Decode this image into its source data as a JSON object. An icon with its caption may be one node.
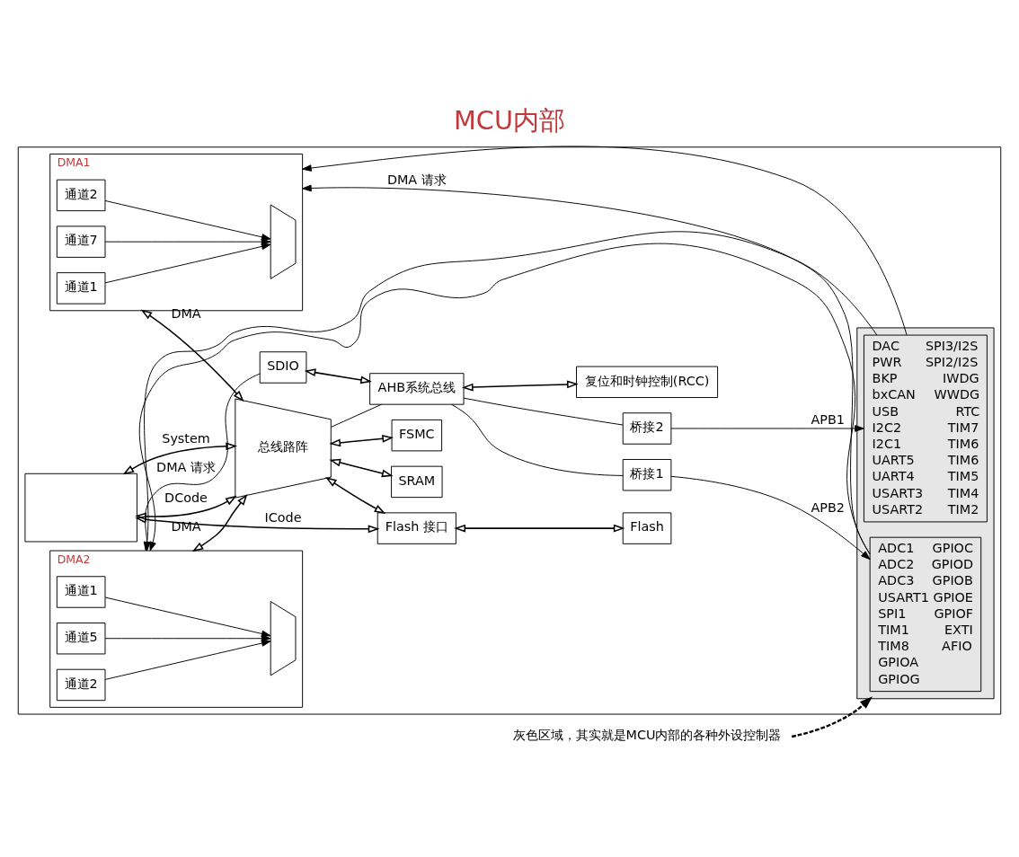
{
  "diagram": {
    "title": "MCU内部",
    "nodes": [
      {
        "text": [],
        "shape": "box"
      },
      {
        "text": [],
        "shape": "box",
        "in": 0
      },
      {
        "text": [
          "Flash 接口"
        ],
        "in": 0
      },
      {
        "text": [
          "Flash"
        ],
        "in": 0
      },
      {
        "text": [
          "总线路阵"
        ],
        "in": 0
      },
      {
        "text": [
          "SRAM"
        ],
        "in": 0
      },
      {
        "text": [
          "FSMC"
        ],
        "in": 0
      },
      {
        "text": [
          "SDIO"
        ],
        "in": 0
      },
      {
        "text": [
          "DMA1"
        ],
        "in": 0
      },
      {
        "text": [
          "通道1"
        ],
        "in": 8
      },
      {
        "text": [
          "通道2"
        ],
        "in": 8
      },
      {
        "text": [
          "通道7"
        ],
        "in": 8
      },
      {
        "text": [],
        "shape": "trapezoid",
        "in": 8
      },
      {
        "text": [
          "DMA2"
        ],
        "in": 0
      },
      {
        "text": [
          "通道1"
        ],
        "in": 13
      },
      {
        "text": [
          "通道2"
        ],
        "in": 13
      },
      {
        "text": [
          "通道5"
        ],
        "in": 13
      },
      {
        "text": [],
        "shape": "trapezoid",
        "in": 13
      },
      {
        "text": [
          "AHB系统总线"
        ],
        "in": 0
      },
      {
        "text": [
          "桥接2"
        ],
        "in": 0
      },
      {
        "text": [
          "桥接1"
        ],
        "in": 0
      },
      {
        "text": [
          "复位和时钟控制(RCC)"
        ],
        "in": 0
      },
      {
        "text": [],
        "shape": "box",
        "in": 0
      },
      {
        "text": [
          "ADC1",
          "ADC2",
          "ADC3",
          "USART1",
          "SPI1",
          "TIM1",
          "TIM8",
          "GPIOA",
          "GPIOG",
          "GPIOC",
          "GPIOD",
          "GPIOB",
          "GPIOE",
          "GPIOF",
          "EXTI",
          "AFIO"
        ],
        "in": 22
      },
      {
        "text": [
          "DAC",
          "PWR",
          "BKP",
          "bxCAN",
          "USB",
          "I2C2",
          "I2C1",
          "UART5",
          "UART4",
          "USART3",
          "USART2",
          "SPI3/I2S",
          "SPI2/I2S",
          "IWDG",
          "WWDG",
          "RTC",
          "TIM7",
          "TIM6",
          "TIM6",
          "TIM5",
          "TIM4",
          "TIM2"
        ],
        "in": 22
      },
      {
        "text": [
          "灰色区域，其实就是MCU内部的各种外设控制器"
        ]
      }
    ],
    "edges": [
      {
        "from": 1,
        "to": 2,
        "arrow": "both",
        "label": "ICode"
      },
      {
        "from": 2,
        "to": 3,
        "arrow": "both"
      },
      {
        "from": 1,
        "to": 4,
        "arrow": "both",
        "label": "DCode"
      },
      {
        "from": 1,
        "to": 4,
        "arrow": "both",
        "label": "System"
      },
      {
        "from": 8,
        "to": 4,
        "arrow": "both",
        "label": "DMA"
      },
      {
        "from": 4,
        "to": 2,
        "arrow": "both"
      },
      {
        "from": 4,
        "to": 5,
        "arrow": "both"
      },
      {
        "from": 4,
        "to": 6,
        "arrow": "both"
      },
      {
        "from": 13,
        "to": 4,
        "arrow": "both",
        "label": "DMA"
      },
      {
        "from": 4,
        "to": 18,
        "arrow": "none"
      },
      {
        "from": 18,
        "to": 19,
        "arrow": "none"
      },
      {
        "from": 18,
        "to": 20,
        "arrow": "none"
      },
      {
        "from": 7,
        "to": 18,
        "arrow": "both"
      },
      {
        "from": 18,
        "to": 21,
        "arrow": "both"
      },
      {
        "from": 19,
        "to": 24,
        "arrow": "to",
        "label": "APB1"
      },
      {
        "from": 20,
        "to": 23,
        "arrow": "to",
        "label": "APB2"
      },
      {
        "from": 9,
        "to": 12,
        "arrow": "to"
      },
      {
        "from": 10,
        "to": 12,
        "arrow": "to"
      },
      {
        "from": 11,
        "to": 12,
        "arrow": "to"
      },
      {
        "from": 14,
        "to": 17,
        "arrow": "to"
      },
      {
        "from": 15,
        "to": 17,
        "arrow": "to"
      },
      {
        "from": 16,
        "to": 17,
        "arrow": "to"
      },
      {
        "from": 23,
        "to": 8,
        "arrow": "to",
        "label": "DMA 请求"
      },
      {
        "from": 24,
        "to": 8,
        "arrow": "to"
      },
      {
        "from": 23,
        "to": 13,
        "arrow": "to"
      },
      {
        "from": 24,
        "to": 13,
        "arrow": "to"
      },
      {
        "from": 7,
        "to": 13,
        "arrow": "to",
        "label": "DMA 请求"
      },
      {
        "from": 25,
        "to": 22,
        "arrow": "to",
        "style": "dashed"
      }
    ]
  }
}
